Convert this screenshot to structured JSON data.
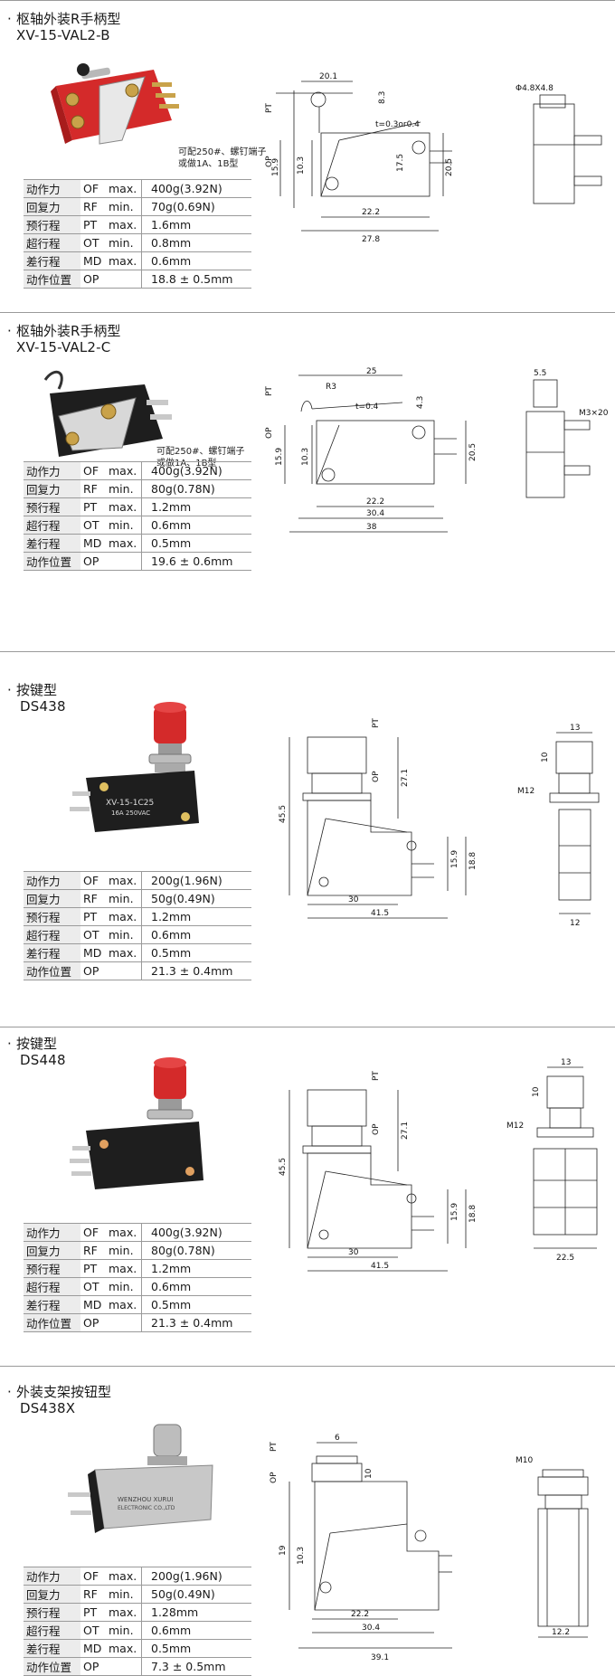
{
  "sections": [
    {
      "title": "枢轴外装R手柄型",
      "model": "XV-15-VAL2-B",
      "note": [
        "可配250#、螺钉端子",
        "或做1A、1B型"
      ],
      "specs": [
        {
          "name": "动作力",
          "code": "OF",
          "limit": "max.",
          "value": "400g(3.92N)"
        },
        {
          "name": "回复力",
          "code": "RF",
          "limit": "min.",
          "value": "70g(0.69N)"
        },
        {
          "name": "预行程",
          "code": "PT",
          "limit": "max.",
          "value": "1.6mm"
        },
        {
          "name": "超行程",
          "code": "OT",
          "limit": "min.",
          "value": "0.8mm"
        },
        {
          "name": "差行程",
          "code": "MD",
          "limit": "max.",
          "value": "0.6mm"
        },
        {
          "name": "动作位置",
          "code": "OP",
          "limit": "",
          "value": "18.8 ± 0.5mm"
        }
      ],
      "dims": {
        "d1": "20.1",
        "d2": "t=0.3or0.4",
        "d3": "8.3",
        "d4": "17.5",
        "d5": "20.5",
        "d6": "15.9",
        "d7": "10.3",
        "d8": "22.2",
        "d9": "27.8",
        "pt": "PT",
        "op": "OP",
        "side": "Φ4.8X4.8"
      }
    },
    {
      "title": "枢轴外装R手柄型",
      "model": "XV-15-VAL2-C",
      "note": [
        "可配250#、螺钉端子",
        "或做1A、1B型"
      ],
      "specs": [
        {
          "name": "动作力",
          "code": "OF",
          "limit": "max.",
          "value": "400g(3.92N)"
        },
        {
          "name": "回复力",
          "code": "RF",
          "limit": "min.",
          "value": "80g(0.78N)"
        },
        {
          "name": "预行程",
          "code": "PT",
          "limit": "max.",
          "value": "1.2mm"
        },
        {
          "name": "超行程",
          "code": "OT",
          "limit": "min.",
          "value": "0.6mm"
        },
        {
          "name": "差行程",
          "code": "MD",
          "limit": "max.",
          "value": "0.5mm"
        },
        {
          "name": "动作位置",
          "code": "OP",
          "limit": "",
          "value": "19.6 ± 0.6mm"
        }
      ],
      "dims": {
        "d1": "25",
        "d2": "R3",
        "d3": "t=0.4",
        "d4": "4.3",
        "d5": "20.5",
        "d6": "15.9",
        "d7": "10.3",
        "d8": "22.2",
        "d9": "30.4",
        "d10": "38",
        "pt": "PT",
        "op": "OP",
        "side1": "5.5",
        "side2": "M3×20"
      }
    },
    {
      "title": "按键型",
      "model": "DS438",
      "photo_print": [
        "XV-15-1C25",
        "16A 250VAC"
      ],
      "specs": [
        {
          "name": "动作力",
          "code": "OF",
          "limit": "max.",
          "value": "200g(1.96N)"
        },
        {
          "name": "回复力",
          "code": "RF",
          "limit": "min.",
          "value": "50g(0.49N)"
        },
        {
          "name": "预行程",
          "code": "PT",
          "limit": "max.",
          "value": "1.2mm"
        },
        {
          "name": "超行程",
          "code": "OT",
          "limit": "min.",
          "value": "0.6mm"
        },
        {
          "name": "差行程",
          "code": "MD",
          "limit": "max.",
          "value": "0.5mm"
        },
        {
          "name": "动作位置",
          "code": "OP",
          "limit": "",
          "value": "21.3 ± 0.4mm"
        }
      ],
      "dims": {
        "pt": "PT",
        "op": "OP",
        "d1": "27.1",
        "d2": "45.5",
        "d3": "15.9",
        "d4": "18.8",
        "d5": "30",
        "d6": "41.5",
        "side1": "13",
        "side2": "10",
        "side3": "M12",
        "side4": "12"
      }
    },
    {
      "title": "按键型",
      "model": "DS448",
      "specs": [
        {
          "name": "动作力",
          "code": "OF",
          "limit": "max.",
          "value": "400g(3.92N)"
        },
        {
          "name": "回复力",
          "code": "RF",
          "limit": "min.",
          "value": "80g(0.78N)"
        },
        {
          "name": "预行程",
          "code": "PT",
          "limit": "max.",
          "value": "1.2mm"
        },
        {
          "name": "超行程",
          "code": "OT",
          "limit": "min.",
          "value": "0.6mm"
        },
        {
          "name": "差行程",
          "code": "MD",
          "limit": "max.",
          "value": "0.5mm"
        },
        {
          "name": "动作位置",
          "code": "OP",
          "limit": "",
          "value": "21.3 ± 0.4mm"
        }
      ],
      "dims": {
        "pt": "PT",
        "op": "OP",
        "d1": "27.1",
        "d2": "45.5",
        "d3": "15.9",
        "d4": "18.8",
        "d5": "30",
        "d6": "41.5",
        "side1": "13",
        "side2": "10",
        "side3": "M12",
        "side4": "22.5"
      }
    },
    {
      "title": "外装支架按钮型",
      "model": "DS438X",
      "photo_print": [
        "WENZHOU XURUI",
        "ELECTRONIC CO.,LTD"
      ],
      "specs": [
        {
          "name": "动作力",
          "code": "OF",
          "limit": "max.",
          "value": "200g(1.96N)"
        },
        {
          "name": "回复力",
          "code": "RF",
          "limit": "min.",
          "value": "50g(0.49N)"
        },
        {
          "name": "预行程",
          "code": "PT",
          "limit": "max.",
          "value": "1.28mm"
        },
        {
          "name": "超行程",
          "code": "OT",
          "limit": "min.",
          "value": "0.6mm"
        },
        {
          "name": "差行程",
          "code": "MD",
          "limit": "max.",
          "value": "0.5mm"
        },
        {
          "name": "动作位置",
          "code": "OP",
          "limit": "",
          "value": "7.3 ± 0.5mm"
        }
      ],
      "dims": {
        "pt": "PT",
        "op": "OP",
        "d1": "6",
        "d2": "10",
        "d3": "19",
        "d4": "10.3",
        "d5": "22.2",
        "d6": "30.4",
        "d7": "39.1",
        "side1": "M10",
        "side2": "12.2"
      }
    }
  ],
  "colors": {
    "rule": "#9a9a9a",
    "table_label_bg": "#ececec",
    "red_body": "#d42a2a",
    "black_body": "#1e1e1e",
    "brass": "#c9a24a"
  }
}
